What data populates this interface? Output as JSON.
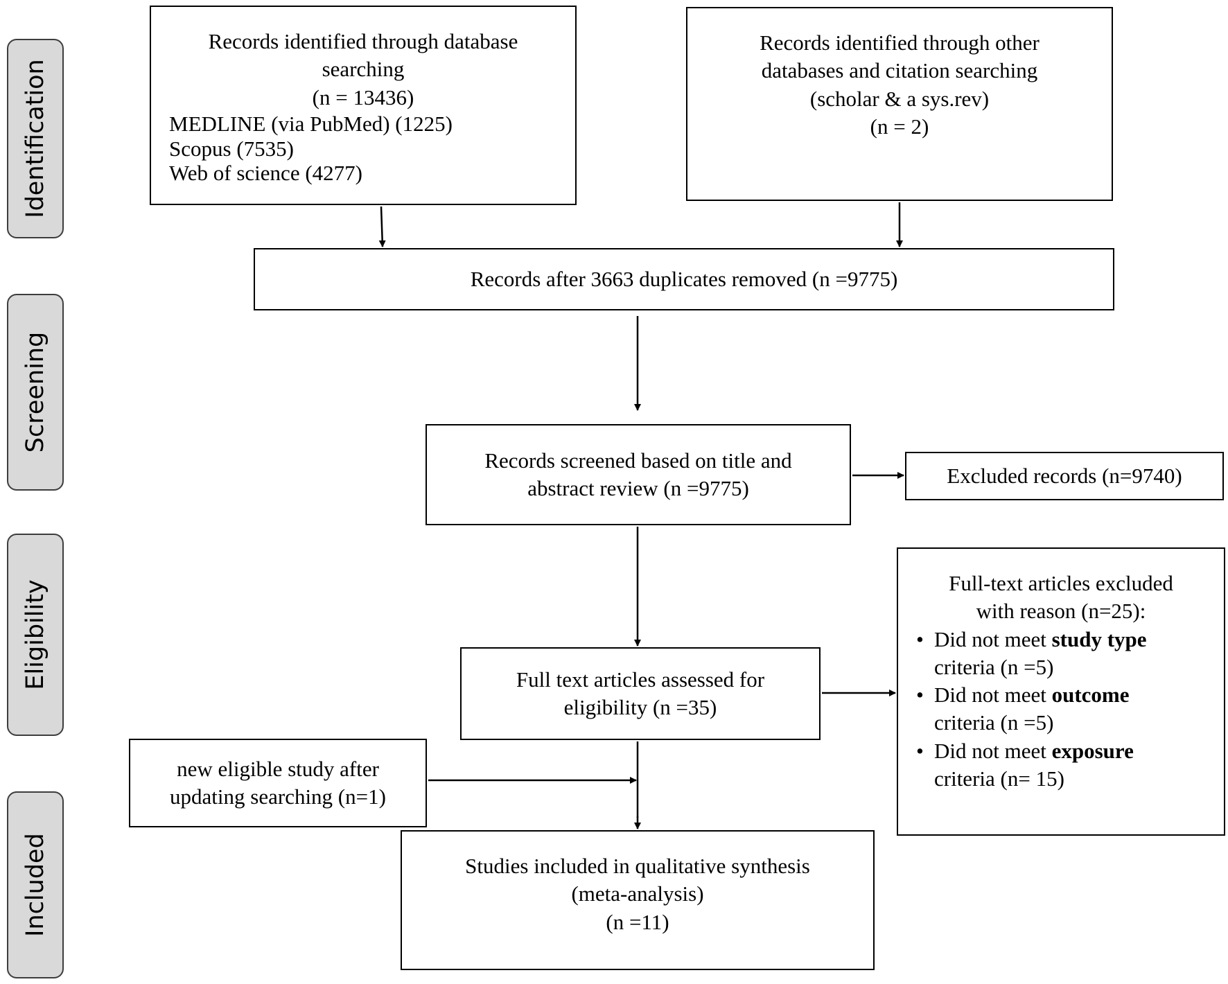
{
  "stages": {
    "identification": "Identification",
    "screening": "Screening",
    "eligibility": "Eligibility",
    "included": "Included"
  },
  "boxes": {
    "database_search": {
      "line1": "Records identified through database",
      "line2": "searching",
      "line3": "(n = 13436)",
      "sources": [
        "MEDLINE (via PubMed) (1225)",
        "Scopus (7535)",
        "Web of science (4277)"
      ]
    },
    "other_search": {
      "line1": "Records identified through other",
      "line2": "databases and citation searching",
      "line3": "(scholar & a sys.rev)",
      "line4": "(n = 2)"
    },
    "duplicates_removed": "Records after 3663 duplicates removed (n =9775)",
    "screened": {
      "line1": "Records screened based on title and",
      "line2": "abstract review (n =9775)"
    },
    "excluded_records": "Excluded records (n=9740)",
    "fulltext_assessed": {
      "line1": "Full text articles assessed for",
      "line2": "eligibility (n =35)"
    },
    "fulltext_excluded": {
      "line1": "Full-text articles excluded",
      "line2": "with reason (n=25):",
      "bullet_char": "•",
      "reasons": [
        {
          "prefix": "Did not meet ",
          "bold": "study type",
          "suffix": "criteria (n =5)"
        },
        {
          "prefix": "Did not meet ",
          "bold": "outcome",
          "suffix": "criteria (n =5)"
        },
        {
          "prefix": "Did not meet ",
          "bold": "exposure",
          "suffix": "criteria (n= 15)"
        }
      ]
    },
    "new_eligible": {
      "line1": "new eligible study after",
      "line2": "updating searching (n=1)"
    },
    "included_studies": {
      "line1": "Studies included in qualitative synthesis",
      "line2": "(meta-analysis)",
      "line3": "(n =11)"
    }
  },
  "colors": {
    "stage_fill": "#d9d9d9",
    "stage_border": "#3d3d3d",
    "line": "#000000"
  }
}
